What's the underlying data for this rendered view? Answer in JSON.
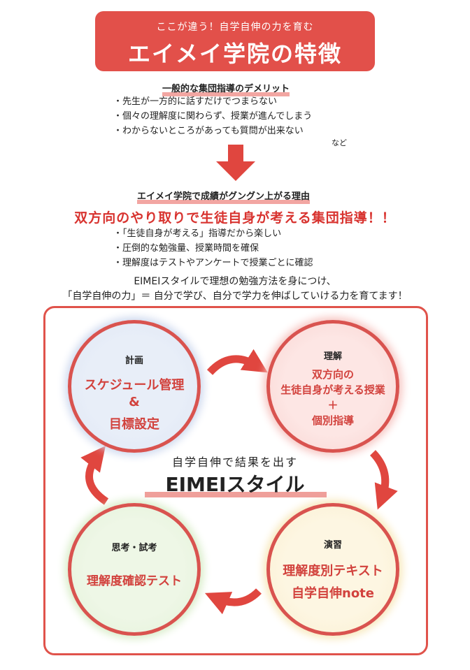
{
  "header": {
    "subtitle": "ここが違う！自学自伸の力を育む",
    "title": "エイメイ学院の特徴"
  },
  "demerits": {
    "heading": "一般的な集団指導のデメリット",
    "items": [
      "先生が一方的に話すだけでつまらない",
      "個々の理解度に関わらず、授業が進んでしまう",
      "わからないところがあっても質問が出来ない"
    ],
    "etc": "など"
  },
  "reasons": {
    "heading": "エイメイ学院で成績がグングン上がる理由",
    "main": "双方向のやり取りで生徒自身が考える集団指導！！",
    "items": [
      "「生徒自身が考える」指導だから楽しい",
      "圧倒的な勉強量、授業時間を確保",
      "理解度はテストやアンケートで授業ごとに確認"
    ]
  },
  "summary": {
    "line1": "EIMEIスタイルで理想の勉強方法を身につけ、",
    "line2": "「自学自伸の力」＝ 自分で学び、自分で学力を伸ばしていける力を育てます！"
  },
  "cycle": {
    "center_sub": "自学自伸で結果を出す",
    "center_title": "EIMEIスタイル",
    "plan": {
      "head": "計画",
      "line1": "スケジュール管理",
      "line2": "&",
      "line3": "目標設定"
    },
    "understand": {
      "head": "理解",
      "line1": "双方向の",
      "line2": "生徒自身が考える授業",
      "line3": "＋",
      "line4": "個別指導"
    },
    "think": {
      "head": "思考・試考",
      "line1": "理解度確認テスト"
    },
    "practice": {
      "head": "演習",
      "line1": "理解度別テキスト",
      "line2": "自学自伸note"
    }
  },
  "colors": {
    "accent": "#e2504a",
    "highlight": "#f2a6a2",
    "arrow": "#e0463f"
  }
}
